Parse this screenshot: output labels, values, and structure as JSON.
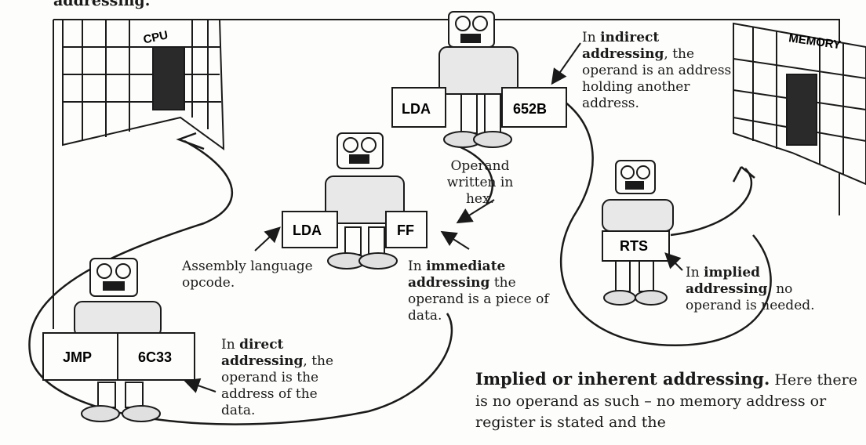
{
  "top_heading": "addressing.",
  "buildings": {
    "cpu": "CPU",
    "memory": "MEMORY"
  },
  "signs": {
    "lda_top": "LDA",
    "addr_652b": "652B",
    "lda_mid": "LDA",
    "ff": "FF",
    "rts": "RTS",
    "jmp": "JMP",
    "addr_6c33": "6C33"
  },
  "notes": {
    "indirect": {
      "pre": "In ",
      "bold": "indirect addressing",
      "post": ", the operand is an address holding another address."
    },
    "operand_hex": "Operand written in hex.",
    "assembly": "Assembly language opcode.",
    "immediate": {
      "pre": "In ",
      "bold": "immediate addressing",
      "post": " the operand is a piece of data."
    },
    "implied": {
      "pre": "In ",
      "bold": "implied addressing",
      "post": ", no operand is needed."
    },
    "direct": {
      "pre": "In ",
      "bold": "direct addressing",
      "post": ", the operand is the address of the data."
    }
  },
  "paragraph": {
    "lead": "Implied or inherent addressing.",
    "body": " Here there is no operand as such – no memory address or register is stated and the"
  }
}
